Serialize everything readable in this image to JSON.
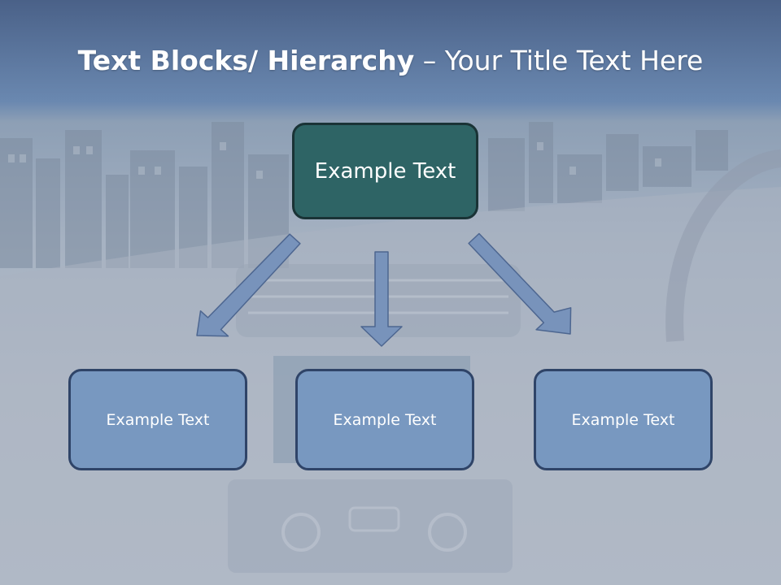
{
  "slide": {
    "title_bold": "Text Blocks/ Hierarchy",
    "title_separator": " – ",
    "title_rest": "Your Title Text Here"
  },
  "hierarchy": {
    "root": {
      "label": "Example Text",
      "fill": "#2e6465",
      "border": "#1a3336"
    },
    "children": [
      {
        "label": "Example Text"
      },
      {
        "label": "Example Text"
      },
      {
        "label": "Example Text"
      }
    ],
    "child_fill": "#7898c0",
    "child_border": "#2f4468",
    "arrow_fill": "#7893bb",
    "arrow_stroke": "#4d6690"
  }
}
